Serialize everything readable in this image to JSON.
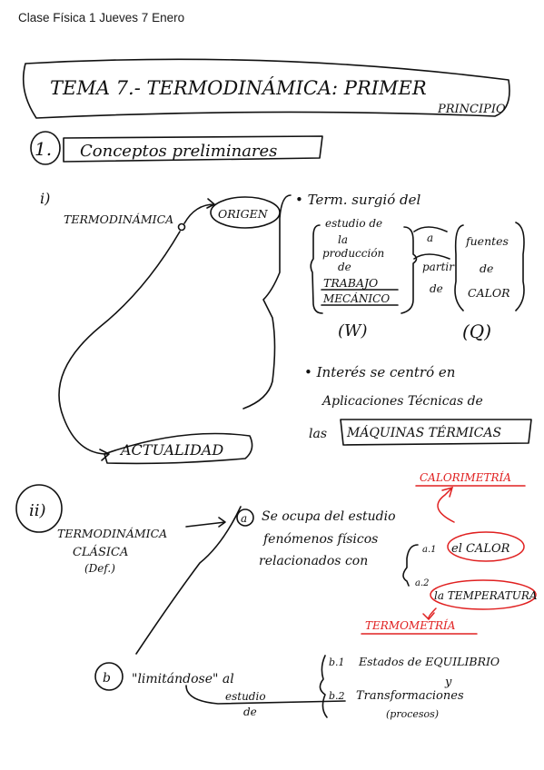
{
  "header": {
    "title": "Clase Física 1 Jueves 7 Enero"
  },
  "title_box": {
    "line1": "TEMA 7.- TERMODINÁMICA: PRIMER",
    "line2": "PRINCIPIO"
  },
  "section1": {
    "number": "1.",
    "label": "Conceptos preliminares"
  },
  "part_i": {
    "marker": "i)",
    "term": "TERMODINÁMICA",
    "origin": "ORIGEN",
    "present": "ACTUALIDAD",
    "bullet1": "• Term. surgió del",
    "study_lines": [
      "estudio de",
      "la",
      "producción",
      "de",
      "TRABAJO",
      "MECÁNICO"
    ],
    "work_symbol": "(W)",
    "a": "a",
    "from_lines": [
      "partir",
      "de"
    ],
    "source_lines": [
      "fuentes",
      "de",
      "CALOR"
    ],
    "heat_symbol": "(Q)",
    "bullet2": "• Interés se centró en",
    "applications": "Aplicaciones Técnicas de",
    "machines_prefix": "las",
    "machines": "MÁQUINAS TÉRMICAS"
  },
  "part_ii": {
    "marker": "ii)",
    "term_lines": [
      "TERMODINÁMICA",
      "CLÁSICA",
      "(Def.)"
    ],
    "a_marker": "a",
    "a_lines": [
      "Se ocupa del estudio",
      "fenómenos físicos",
      "relacionados con"
    ],
    "a1": "a.1",
    "heat": "el CALOR",
    "a2": "a.2",
    "temperature": "la TEMPERATURA",
    "calorimetry": "CALORIMETRÍA",
    "thermometry": "TERMOMETRÍA",
    "b_marker": "b",
    "b_label": "\"limitándose\" al",
    "b_study": [
      "estudio",
      "de"
    ],
    "b1": "b.1",
    "b1_text": "Estados de EQUILIBRIO",
    "y": "y",
    "b2": "b.2",
    "b2_text": "Transformaciones",
    "b2_sub": "(procesos)"
  }
}
